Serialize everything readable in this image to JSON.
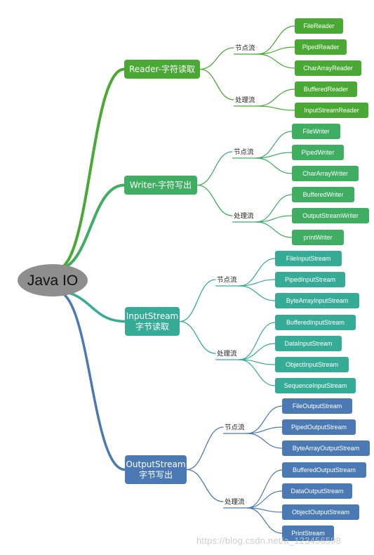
{
  "root": {
    "label": "Java IO"
  },
  "categories": [
    {
      "lines": [
        "Reader-字符读取"
      ],
      "color": "#4aa834",
      "groups": [
        {
          "label": "节点流",
          "items": [
            "FileReader",
            "PipedReader",
            "CharArrayReader"
          ]
        },
        {
          "label": "处理流",
          "items": [
            "BufferedReader",
            "InputStreamReader"
          ]
        }
      ]
    },
    {
      "lines": [
        "Writer-字符写出"
      ],
      "color": "#3fad62",
      "groups": [
        {
          "label": "节点流",
          "items": [
            "FileWriter",
            "PipedWriter",
            "CharArrayWriter"
          ]
        },
        {
          "label": "处理流",
          "items": [
            "BufferedWriter",
            "OutputStreamWriter",
            "printWriter"
          ]
        }
      ]
    },
    {
      "lines": [
        "InputStream",
        "字节读取"
      ],
      "color": "#36ab96",
      "groups": [
        {
          "label": "节点流",
          "items": [
            "FileInputStream",
            "PipedInputStream",
            "ByteArrayInputStream"
          ]
        },
        {
          "label": "处理流",
          "items": [
            "BufferedInputStream",
            "DataInputStream",
            "ObjectInputStream",
            "SequenceInputStream"
          ]
        }
      ]
    },
    {
      "lines": [
        "OutputStream",
        "字节写出"
      ],
      "color": "#4a79b3",
      "groups": [
        {
          "label": "节点流",
          "items": [
            "FileOutputStream",
            "PipedOutputStream",
            "ByteArrayOutputStream"
          ]
        },
        {
          "label": "处理流",
          "items": [
            "BufferedOutputStream",
            "DataOutputStream",
            "ObjectOutputStream",
            "PrintStream"
          ]
        }
      ]
    }
  ],
  "watermark": "https://blog.csdn.net/a_123456598"
}
